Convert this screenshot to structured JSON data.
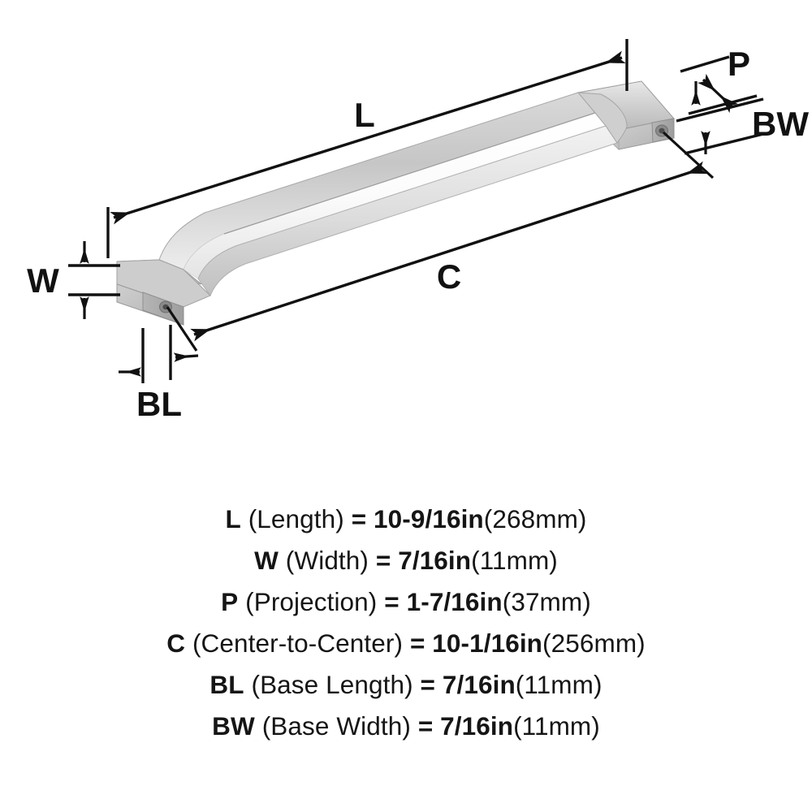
{
  "diagram": {
    "title": "Cabinet appliance pull dimension diagram",
    "product_finish_color": "#c9c9c9",
    "line_color": "#111111",
    "background_color": "#ffffff",
    "callouts": [
      {
        "key": "L",
        "label": "L",
        "name": "length-callout"
      },
      {
        "key": "W",
        "label": "W",
        "name": "width-callout"
      },
      {
        "key": "P",
        "label": "P",
        "name": "projection-callout"
      },
      {
        "key": "C",
        "label": "C",
        "name": "center-to-center-callout"
      },
      {
        "key": "BL",
        "label": "BL",
        "name": "base-length-callout"
      },
      {
        "key": "BW",
        "label": "BW",
        "name": "base-width-callout"
      }
    ]
  },
  "specs": [
    {
      "key": "L",
      "name": "(Length)",
      "eq": "=",
      "imperial": "10-9/16in",
      "metric": "(268mm)"
    },
    {
      "key": "W",
      "name": "(Width)",
      "eq": "=",
      "imperial": "7/16in",
      "metric": "(11mm)"
    },
    {
      "key": "P",
      "name": "(Projection)",
      "eq": "=",
      "imperial": "1-7/16in",
      "metric": "(37mm)"
    },
    {
      "key": "C",
      "name": "(Center-to-Center)",
      "eq": "=",
      "imperial": "10-1/16in",
      "metric": "(256mm)"
    },
    {
      "key": "BL",
      "name": "(Base Length)",
      "eq": "=",
      "imperial": "7/16in",
      "metric": "(11mm)"
    },
    {
      "key": "BW",
      "name": "(Base Width)",
      "eq": "=",
      "imperial": "7/16in",
      "metric": "(11mm)"
    }
  ]
}
